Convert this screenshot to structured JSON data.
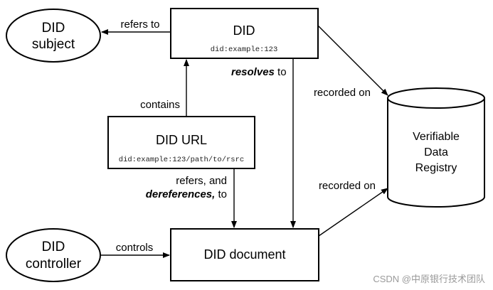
{
  "nodes": {
    "did": {
      "title": "DID",
      "example": "did:example:123"
    },
    "did_subject": {
      "line1": "DID",
      "line2": "subject"
    },
    "did_url": {
      "title": "DID URL",
      "example": "did:example:123/path/to/rsrc"
    },
    "did_controller": {
      "line1": "DID",
      "line2": "controller"
    },
    "did_document": {
      "title": "DID document"
    },
    "registry": {
      "line1": "Verifiable",
      "line2": "Data",
      "line3": "Registry"
    }
  },
  "edges": {
    "refers_to": "refers to",
    "contains": "contains",
    "resolves_bold": "resolves",
    "resolves_rest": " to",
    "refers_and": "refers, and",
    "dereferences_bold": "dereferences,",
    "dereferences_rest": " to",
    "controls": "controls",
    "recorded_on_1": "recorded on",
    "recorded_on_2": "recorded on"
  },
  "watermark": "CSDN @中原银行技术团队",
  "colors": {
    "stroke": "#000000",
    "background": "#ffffff",
    "watermark": "#9a9a9a"
  }
}
